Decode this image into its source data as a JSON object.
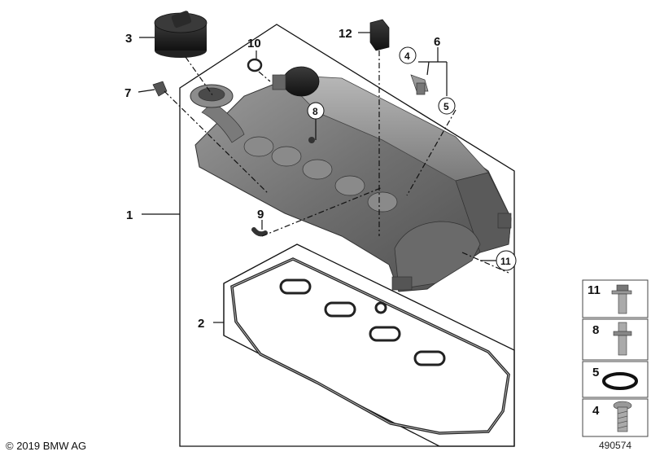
{
  "callouts": {
    "p1": "1",
    "p2": "2",
    "p3": "3",
    "p4": "4",
    "p5": "5",
    "p6": "6",
    "p7": "7",
    "p8": "8",
    "p9": "9",
    "p10": "10",
    "p11": "11",
    "p12": "12"
  },
  "legend": [
    {
      "number": "11",
      "part": "bolt-with-collar"
    },
    {
      "number": "8",
      "part": "stud-bolt"
    },
    {
      "number": "5",
      "part": "o-ring"
    },
    {
      "number": "4",
      "part": "torx-screw"
    }
  ],
  "footer": {
    "copyright": "© 2019 BMW AG",
    "diagram_number": "490574"
  }
}
